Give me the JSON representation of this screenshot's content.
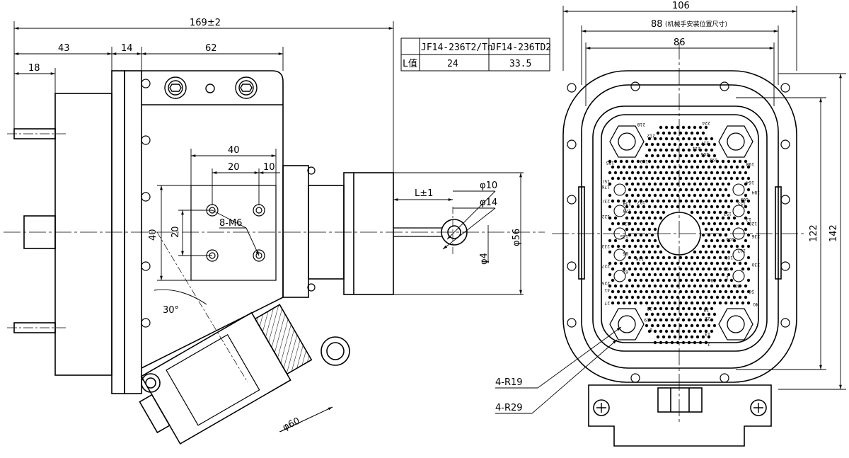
{
  "left_view": {
    "dims": {
      "overall": "169±2",
      "d43": "43",
      "d14": "14",
      "d62": "62",
      "d18": "18",
      "d40h": "40",
      "d20h": "20",
      "d10": "10",
      "d40v": "40",
      "d20v": "20",
      "holes": "8-M6",
      "angle": "30°",
      "phi60": "φ60",
      "L": "L±1",
      "phi10": "φ10",
      "phi14": "φ14",
      "phi4": "φ4",
      "phi56": "φ56"
    }
  },
  "table": {
    "headers": [
      "",
      "JF14-236T2/Tn",
      "JF14-236TD2"
    ],
    "row_label": "L值",
    "values": [
      "24",
      "33.5"
    ]
  },
  "right_view": {
    "dims": {
      "d106": "106",
      "d88": "88",
      "d88_note": "(机械手安装位置尺寸)",
      "d86": "86",
      "d122": "122",
      "d142": "142",
      "r19": "4-R19",
      "r29": "4-R29"
    },
    "pin_labels": [
      "224",
      "218",
      "212",
      "206",
      "199",
      "192",
      "185",
      "198",
      "211",
      "217",
      "15l",
      "164",
      "176",
      "169",
      "184",
      "23l",
      "197",
      "178",
      "155",
      "153",
      "124",
      "233",
      "134",
      "13",
      "122",
      "128",
      "236",
      "109",
      "107",
      "135",
      "86",
      "116",
      "101",
      "227",
      "61",
      "95",
      "230",
      "225",
      "69",
      "41",
      "56",
      "1",
      "38",
      "27",
      "40",
      "33",
      "28",
      "19",
      "22",
      "8",
      "13",
      "7"
    ]
  }
}
